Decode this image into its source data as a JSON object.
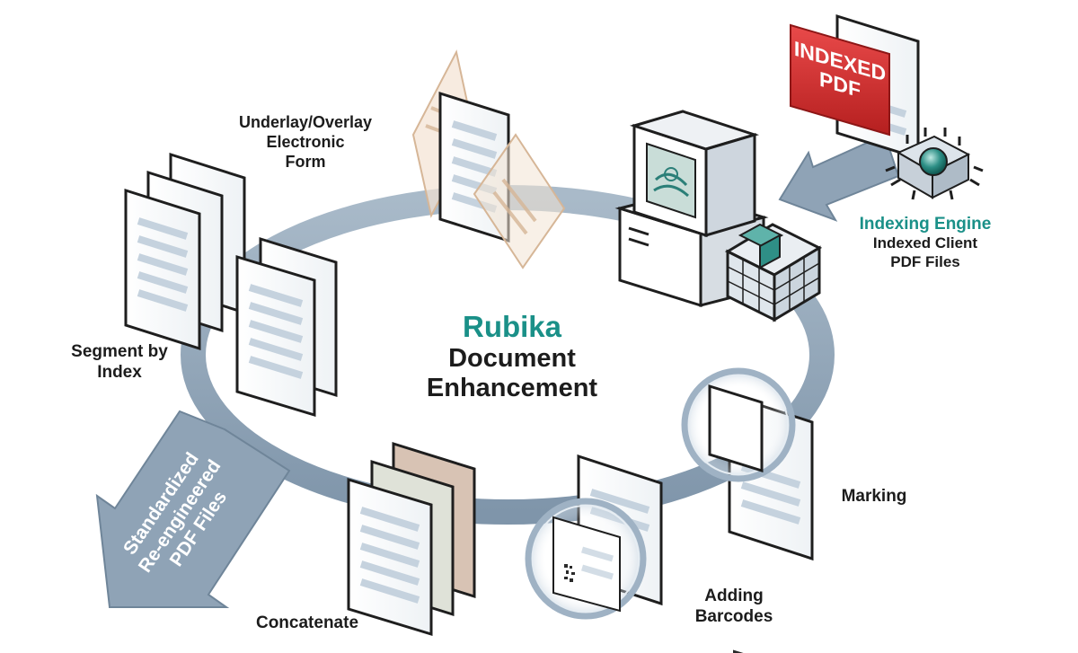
{
  "center": {
    "brand": "Rubika",
    "line1": "Document",
    "line2": "Enhancement"
  },
  "steps": {
    "overlay": [
      "Underlay/Overlay",
      "Electronic",
      "Form"
    ],
    "segment": [
      "Segment by",
      "Index"
    ],
    "concatenate": "Concatenate",
    "barcodes": [
      "Adding",
      "Barcodes"
    ],
    "marking": "Marking"
  },
  "indexing": {
    "title": "Indexing Engine",
    "line1": "Indexed Client",
    "line2": "PDF Files"
  },
  "badge": {
    "line1": "INDEXED",
    "line2": "PDF"
  },
  "output_arrow": [
    "Standardized",
    "Re-engineered",
    "PDF Files"
  ],
  "colors": {
    "ring": "#8fa3b6",
    "teal": "#1a9088",
    "badge_red": "#d42f2f",
    "text": "#1c1c1c"
  }
}
